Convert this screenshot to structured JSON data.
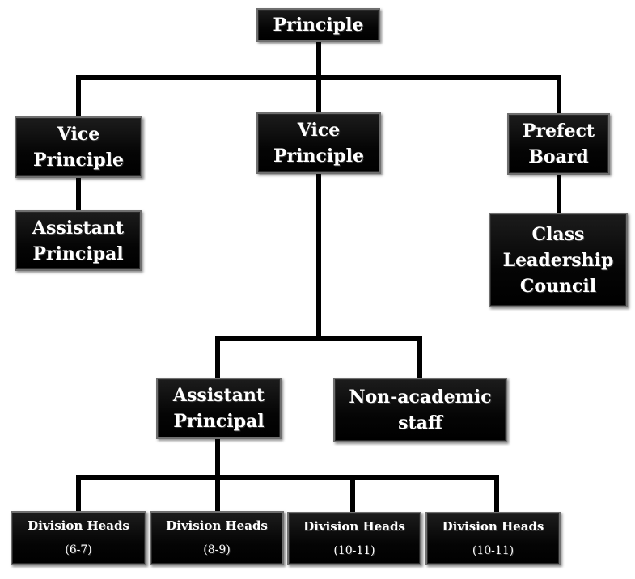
{
  "nodes": {
    "principal": "Principle",
    "vp_left": "Vice Principle",
    "vp_center": "Vice Principle",
    "prefect_board": "Prefect Board",
    "assistant_left": "Assistant Principal",
    "class_council": "Class Leadership Council",
    "assistant_center": "Assistant Principal",
    "non_academic": "Non-academic staff",
    "division_heads": [
      {
        "title": "Division Heads",
        "range": "(6-7)"
      },
      {
        "title": "Division Heads",
        "range": "(8-9)"
      },
      {
        "title": "Division Heads",
        "range": "(10-11)"
      },
      {
        "title": "Division Heads",
        "range": "(10-11)"
      }
    ]
  }
}
